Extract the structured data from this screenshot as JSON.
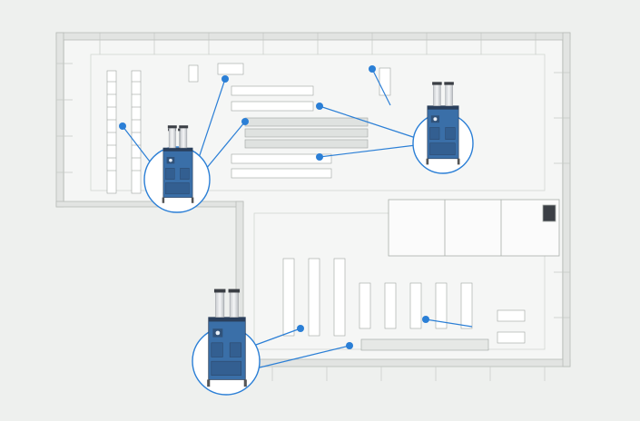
{
  "colors": {
    "background": "#eef0ee",
    "floor": "#f5f6f5",
    "wall": "#e2e4e2",
    "outline": "#b8bcb8",
    "accent_blue": "#2b7fd6",
    "machine_blue": "#3a6fa8",
    "machine_dark": "#2a3f5c",
    "metal": "#cfd4d8"
  },
  "icons": {
    "machine": "compressor-dehumidifier-unit-icon",
    "marker": "location-dot-icon"
  },
  "callouts": [
    {
      "id": "left",
      "marker_count": 3
    },
    {
      "id": "right",
      "marker_count": 3
    },
    {
      "id": "bottom",
      "marker_count": 3
    }
  ]
}
